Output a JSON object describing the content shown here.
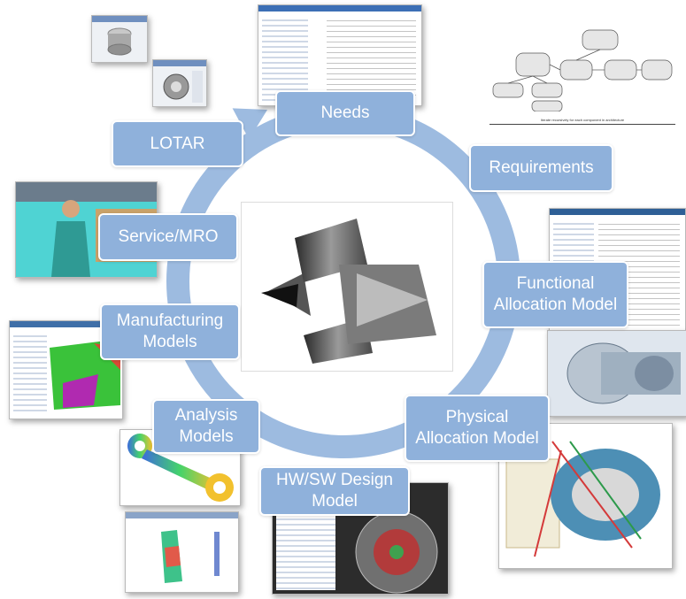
{
  "stages": [
    {
      "id": "needs",
      "label": "Needs"
    },
    {
      "id": "requirements",
      "label": "Requirements"
    },
    {
      "id": "functional",
      "label": "Functional Allocation Model"
    },
    {
      "id": "physical",
      "label": "Physical Allocation Model"
    },
    {
      "id": "hwsw",
      "label": "HW/SW Design Model"
    },
    {
      "id": "analysis",
      "label": "Analysis Models"
    },
    {
      "id": "manufacturing",
      "label": "Manufacturing Models"
    },
    {
      "id": "service",
      "label": "Service/MRO"
    },
    {
      "id": "lotar",
      "label": "LOTAR"
    }
  ],
  "colors": {
    "ring": "#9dbbe0",
    "box": "#8fb1db",
    "box_text": "#ffffff"
  },
  "center_image": {
    "icon": "turbofan-engine-cutaway"
  },
  "requirements_diagram": {
    "caption": "Iterate recursively for each component in architecture"
  }
}
